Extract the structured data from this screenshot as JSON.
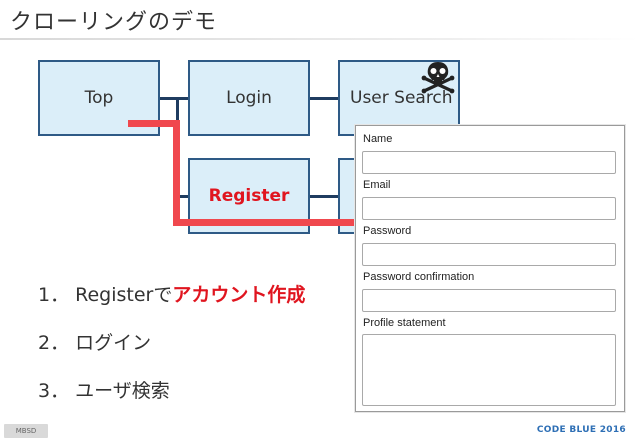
{
  "slide": {
    "title": "クローリングのデモ"
  },
  "diagram": {
    "nodes": [
      {
        "id": "top",
        "label": "Top"
      },
      {
        "id": "login",
        "label": "Login"
      },
      {
        "id": "user_search",
        "label": "User Search"
      },
      {
        "id": "register",
        "label": "Register"
      }
    ],
    "danger_icon": "skull-crossbones-icon",
    "crawl_path_color": "#f0484e",
    "highlight_color": "#e0151f"
  },
  "steps": [
    {
      "number": "1．",
      "text": "Registerで",
      "highlight": "アカウント作成"
    },
    {
      "number": "2．",
      "text": "ログイン",
      "highlight": ""
    },
    {
      "number": "3．",
      "text": "ユーザ検索",
      "highlight": ""
    }
  ],
  "form": {
    "fields": [
      {
        "label": "Name",
        "value": ""
      },
      {
        "label": "Email",
        "value": ""
      },
      {
        "label": "Password",
        "value": ""
      },
      {
        "label": "Password confirmation",
        "value": ""
      },
      {
        "label": "Profile statement",
        "value": ""
      }
    ]
  },
  "footer": {
    "left_badge": "MBSD",
    "brand": "CODE BLUE 2016"
  }
}
